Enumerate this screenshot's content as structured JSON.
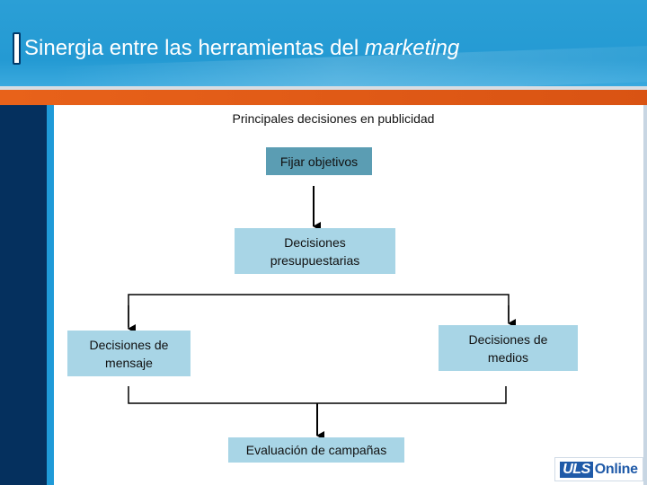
{
  "header": {
    "title_prefix": "Sinergia entre las herramientas del ",
    "title_italic": "marketing"
  },
  "diagram": {
    "title": "Principales decisiones en publicidad",
    "nodes": {
      "set_objectives": "Fijar objetivos",
      "budget_decisions": "Decisiones presupuestarias",
      "message_decisions": "Decisiones de mensaje",
      "media_decisions": "Decisiones de medios",
      "campaign_evaluation": "Evaluación de campañas"
    }
  },
  "logo": {
    "part1": "ULS",
    "part2": "Online"
  },
  "colors": {
    "header_blue": "#2b9fd6",
    "orange_bar": "#e8621a",
    "navy_column": "#05305e",
    "box_light": "#a8d5e6",
    "box_dark": "#5b9db3"
  }
}
